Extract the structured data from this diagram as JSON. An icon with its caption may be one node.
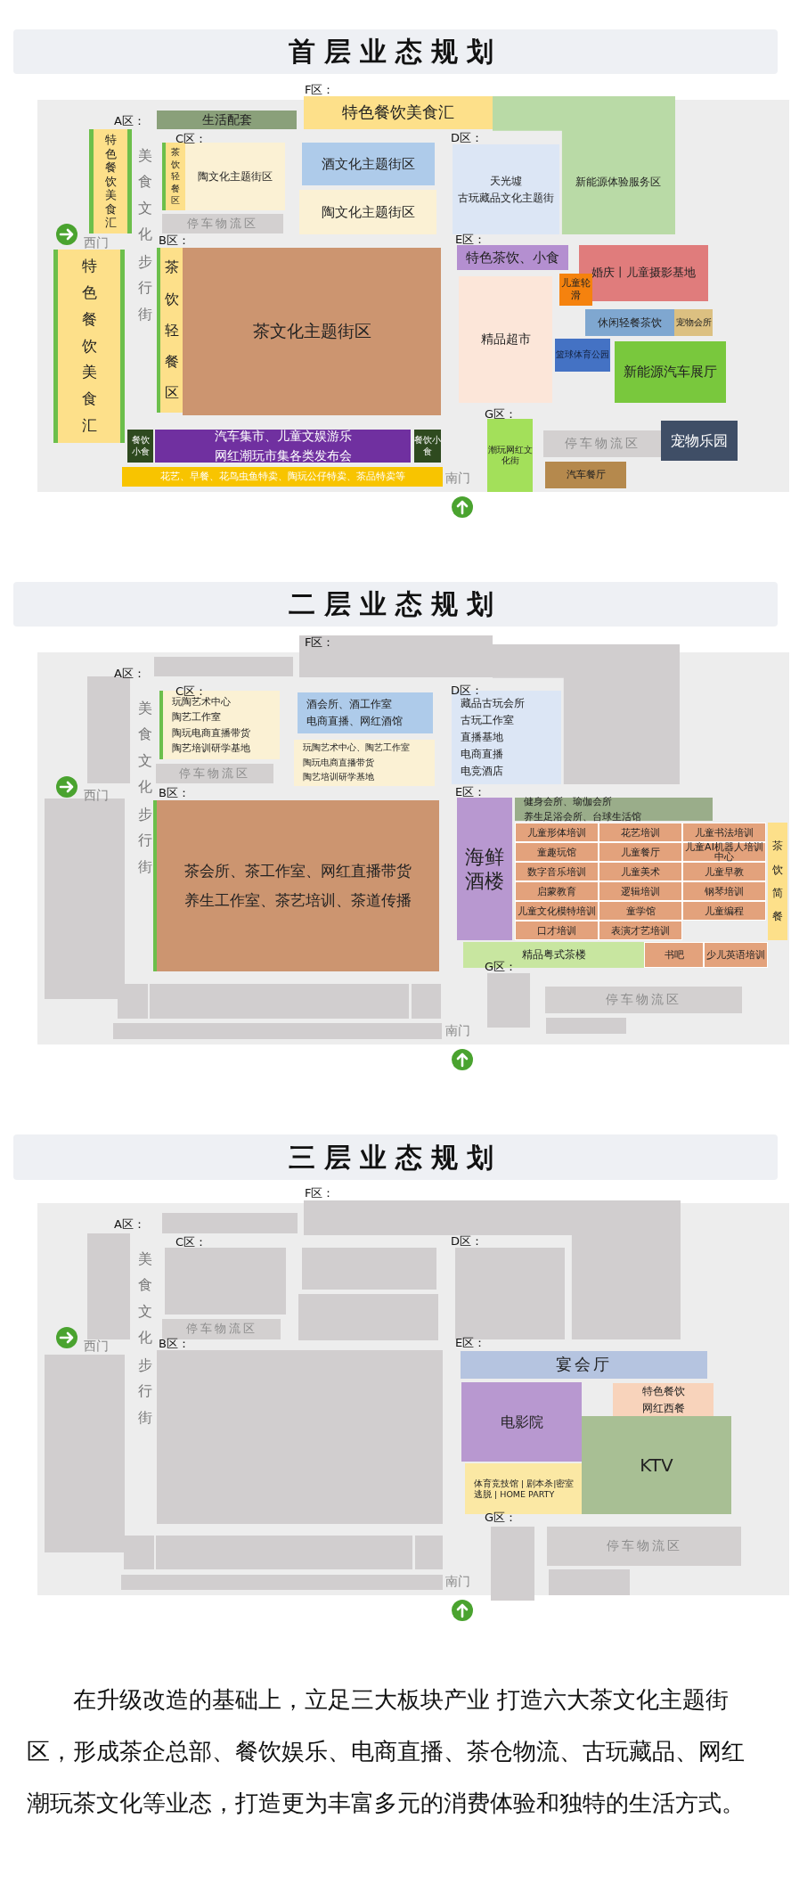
{
  "diagram": {
    "caption": "在升级改造的基础上，立足三大板块产业  打造六大茶文化主题街区，形成茶企总部、餐饮娱乐、电商直播、茶仓物流、古玩藏品、网红潮玩茶文化等业态，打造更为丰富多元的消费体验和独特的生活方式。",
    "nodes": [
      {
        "text": [
          "首层业态规划"
        ]
      },
      {
        "text": [
          "生活配套"
        ]
      },
      {
        "text": [
          "特色餐饮美食汇"
        ]
      },
      {
        "text": [
          "新能源体验服务区"
        ]
      },
      {
        "text": [
          "特色餐饮美食汇"
        ]
      },
      {
        "text": [
          "茶饮轻餐区"
        ]
      },
      {
        "text": [
          "陶文化主题街区"
        ]
      },
      {
        "text": [
          "酒文化主题街区"
        ]
      },
      {
        "text": [
          "天光墟",
          "古玩藏品文化主题街"
        ]
      },
      {
        "text": [
          "陶文化主题街区"
        ]
      },
      {
        "text": [
          "停车物流区"
        ]
      },
      {
        "text": [
          "特色餐饮美食汇"
        ]
      },
      {
        "text": [
          "茶饮轻餐区"
        ]
      },
      {
        "text": [
          "茶文化主题街区"
        ]
      },
      {
        "text": [
          "特色茶饮、小食"
        ]
      },
      {
        "text": [
          "婚庆丨儿童摄影基地"
        ]
      },
      {
        "text": [
          "儿童轮滑"
        ]
      },
      {
        "text": [
          "精品超市"
        ]
      },
      {
        "text": [
          "休闲轻餐茶饮"
        ]
      },
      {
        "text": [
          "宠物会所"
        ]
      },
      {
        "text": [
          "篮球体育公园"
        ]
      },
      {
        "text": [
          "新能源汽车展厅"
        ]
      },
      {
        "text": [
          "餐饮小食"
        ]
      },
      {
        "text": [
          "汽车集市、儿童文娱游乐",
          "网红潮玩市集各类发布会"
        ]
      },
      {
        "text": [
          "餐饮小食"
        ]
      },
      {
        "text": [
          "潮玩网红文化街"
        ]
      },
      {
        "text": [
          "停车物流区"
        ]
      },
      {
        "text": [
          "宠物乐园"
        ]
      },
      {
        "text": [
          "花艺、早餐、花鸟虫鱼特卖、陶玩公仔特卖、茶品特卖等"
        ]
      },
      {
        "text": [
          "汽车餐厅"
        ]
      },
      {
        "text": [
          "二层业态规划"
        ]
      },
      {
        "text": [],
        "shape": "box"
      },
      {
        "text": [],
        "shape": "box"
      },
      {
        "text": [],
        "shape": "box"
      },
      {
        "text": [],
        "shape": "box"
      },
      {
        "text": [
          "玩陶艺术中心",
          "陶艺工作室",
          "陶玩电商直播带货",
          "陶艺培训研学基地"
        ]
      },
      {
        "text": [
          "酒会所、酒工作室",
          "电商直播、网红酒馆"
        ]
      },
      {
        "text": [
          "藏品古玩会所",
          "古玩工作室",
          "直播基地",
          "电商直播",
          "电竞酒店"
        ]
      },
      {
        "text": [
          "玩陶艺术中心、陶艺工作室",
          "陶玩电商直播带货",
          "陶艺培训研学基地"
        ]
      },
      {
        "text": [
          "停车物流区"
        ]
      },
      {
        "text": [],
        "shape": "box"
      },
      {
        "text": [
          "茶会所、茶工作室、网红直播带货",
          "养生工作室、茶艺培训、茶道传播"
        ]
      },
      {
        "text": [
          "海鲜酒楼"
        ]
      },
      {
        "text": [
          "健身会所、瑜伽会所",
          "养生足浴会所、台球生活馆"
        ]
      },
      {
        "text": [
          "儿童形体培训"
        ]
      },
      {
        "text": [
          "花艺培训"
        ]
      },
      {
        "text": [
          "儿童书法培训"
        ]
      },
      {
        "text": [
          "童趣玩馆"
        ]
      },
      {
        "text": [
          "儿童餐厅"
        ]
      },
      {
        "text": [
          "儿童AI机器人培训中心"
        ]
      },
      {
        "text": [
          "数字音乐培训"
        ]
      },
      {
        "text": [
          "儿童美术"
        ]
      },
      {
        "text": [
          "儿童早教"
        ]
      },
      {
        "text": [
          "启蒙教育"
        ]
      },
      {
        "text": [
          "逻辑培训"
        ]
      },
      {
        "text": [
          "钢琴培训"
        ]
      },
      {
        "text": [
          "儿童文化模特培训"
        ]
      },
      {
        "text": [
          "童学馆"
        ]
      },
      {
        "text": [
          "儿童编程"
        ]
      },
      {
        "text": [
          "茶饮简餐"
        ]
      },
      {
        "text": [
          "口才培训"
        ]
      },
      {
        "text": [
          "表演才艺培训"
        ]
      },
      {
        "text": [
          "精品粤式茶楼"
        ]
      },
      {
        "text": [
          "书吧"
        ]
      },
      {
        "text": [
          "少儿英语培训"
        ]
      },
      {
        "text": [],
        "shape": "box"
      },
      {
        "text": [],
        "shape": "box"
      },
      {
        "text": [],
        "shape": "box"
      },
      {
        "text": [],
        "shape": "box"
      },
      {
        "text": [],
        "shape": "box"
      },
      {
        "text": [
          "停车物流区"
        ]
      },
      {
        "text": [],
        "shape": "box"
      },
      {
        "text": [
          "三层业态规划"
        ]
      },
      {
        "text": [],
        "shape": "box"
      },
      {
        "text": [],
        "shape": "box"
      },
      {
        "text": [],
        "shape": "box"
      },
      {
        "text": [],
        "shape": "box"
      },
      {
        "text": [],
        "shape": "box"
      },
      {
        "text": [],
        "shape": "box"
      },
      {
        "text": [],
        "shape": "box"
      },
      {
        "text": [],
        "shape": "box"
      },
      {
        "text": [
          "停车物流区"
        ]
      },
      {
        "text": [],
        "shape": "box"
      },
      {
        "text": [],
        "shape": "box"
      },
      {
        "text": [
          "宴会厅"
        ]
      },
      {
        "text": [
          "特色餐饮",
          "网红西餐"
        ]
      },
      {
        "text": [
          "电影院"
        ]
      },
      {
        "text": [
          "KTV"
        ]
      },
      {
        "text": [
          "体育竞技馆 | 剧本杀|密室逃脱 | HOME PARTY"
        ]
      },
      {
        "text": [],
        "shape": "box"
      },
      {
        "text": [],
        "shape": "box"
      },
      {
        "text": [],
        "shape": "box"
      },
      {
        "text": [],
        "shape": "box"
      },
      {
        "text": [],
        "shape": "box"
      },
      {
        "text": [
          "停车物流区"
        ]
      },
      {
        "text": [],
        "shape": "box"
      }
    ],
    "labels": [
      "F区：",
      "A区：",
      "C区：",
      "D区：",
      "美食文化步行街",
      "西门",
      "B区：",
      "E区：",
      "G区：",
      "南门",
      "F区：",
      "A区：",
      "C区：",
      "D区：",
      "美食文化步行街",
      "西门",
      "B区：",
      "E区：",
      "G区：",
      "南门",
      "F区：",
      "A区：",
      "C区：",
      "D区：",
      "美食文化步行街",
      "西门",
      "B区：",
      "E区：",
      "G区：",
      "南门"
    ]
  }
}
